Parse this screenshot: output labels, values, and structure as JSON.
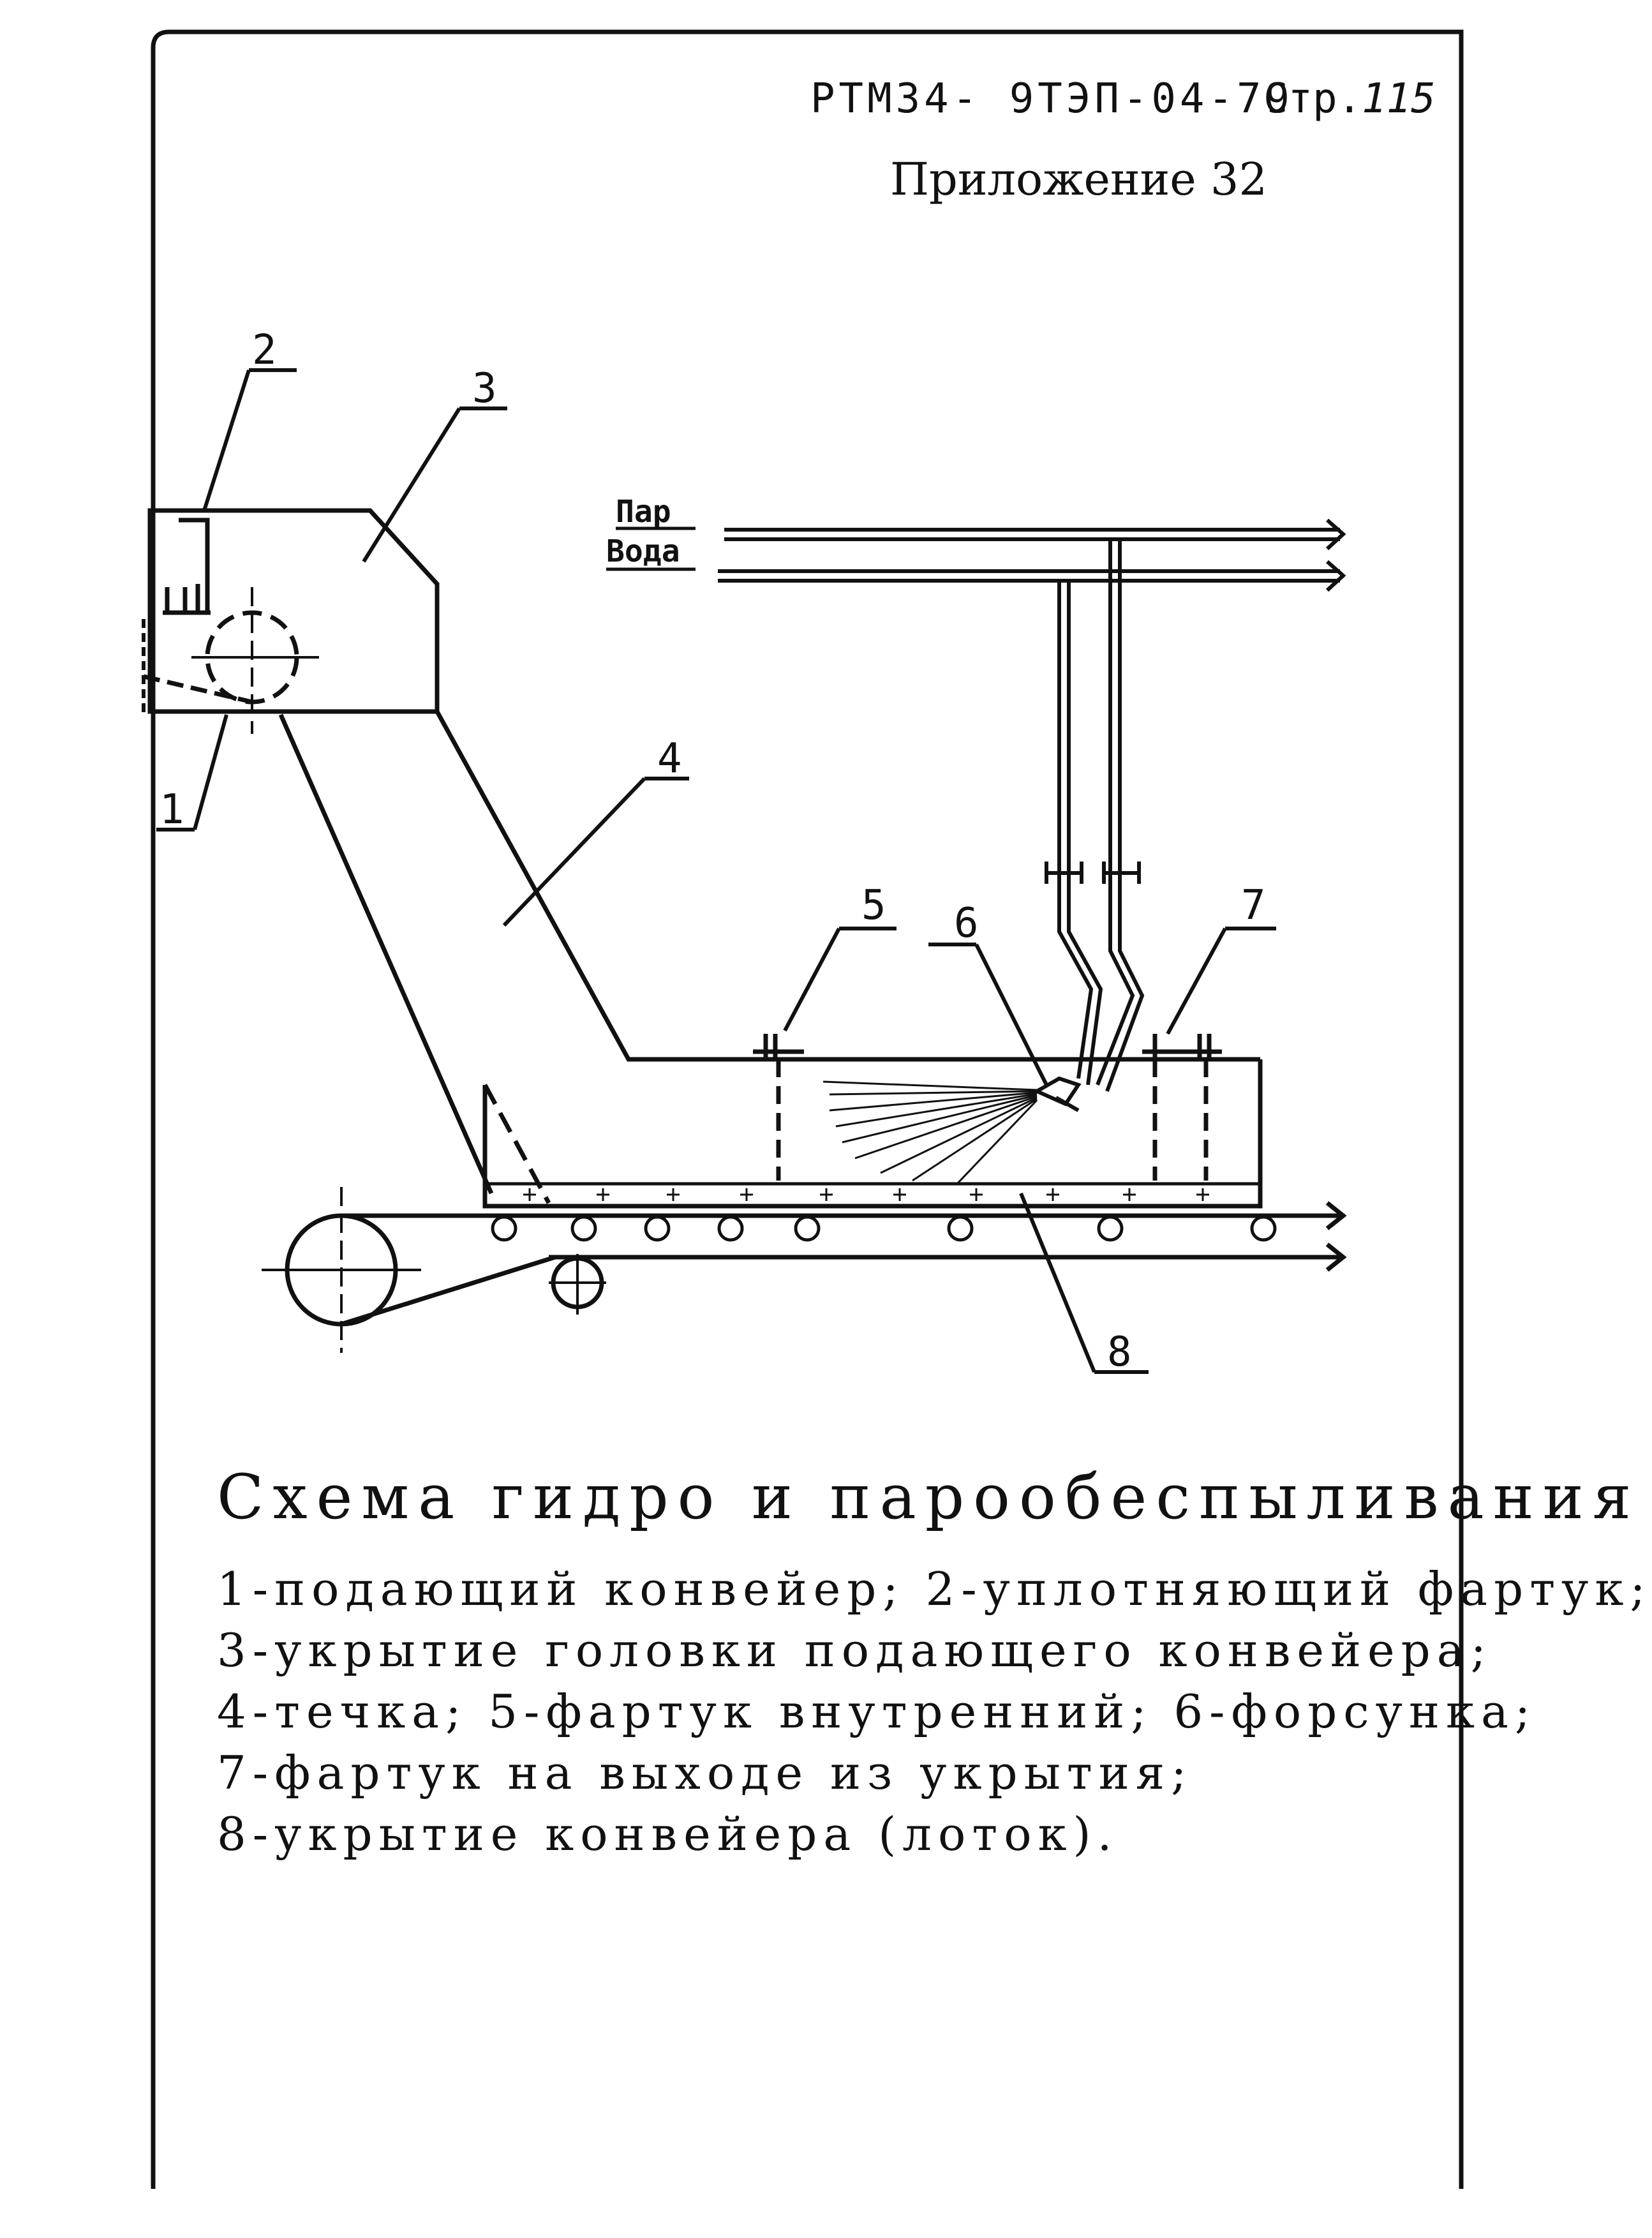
{
  "header": {
    "doc_code": "РТМ34- 9ТЭП-04-79",
    "page_prefix": "Стр.",
    "page_number": "115",
    "appendix": "Приложение 32"
  },
  "diagram": {
    "callouts": [
      "1",
      "2",
      "3",
      "4",
      "5",
      "6",
      "7",
      "8"
    ],
    "flows": {
      "steam": "Пар",
      "water": "Вода"
    }
  },
  "caption": {
    "title": "Схема гидро и парообеспыливания",
    "legend": [
      "1-подающий конвейер; 2-уплотняющий фартук;",
      "3-укрытие головки подающего конвейера;",
      "4-течка; 5-фартук внутренний; 6-форсунка;",
      "7-фартук на выходе из укрытия;",
      "8-укрытие конвейера (лоток)."
    ]
  }
}
